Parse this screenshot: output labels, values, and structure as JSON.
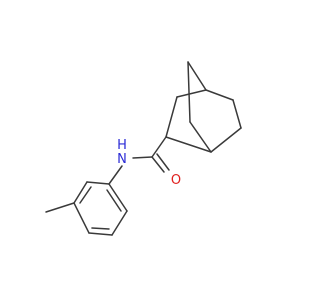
{
  "molecule": {
    "atoms": [
      {
        "id": "N",
        "label": "N",
        "color": "#2b2bd6"
      },
      {
        "id": "H",
        "label": "H",
        "color": "#2b2bd6"
      },
      {
        "id": "O",
        "label": "O",
        "color": "#e0201f"
      }
    ],
    "bond_color": "#3a3a3a"
  }
}
